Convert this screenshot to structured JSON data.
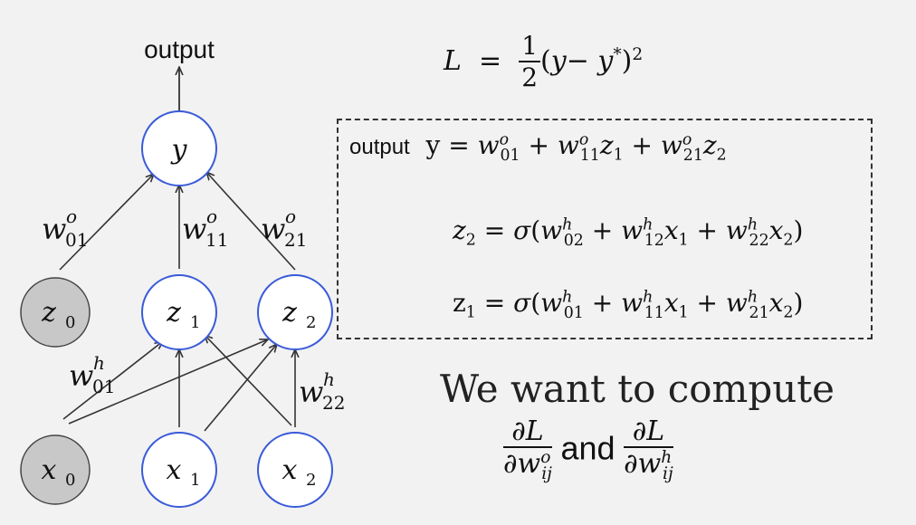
{
  "diagram": {
    "output_label": "output",
    "nodes": {
      "y": "y",
      "z0": "z0",
      "z1": "z1",
      "z2": "z2",
      "x0": "x0",
      "x1": "x1",
      "x2": "x2"
    },
    "edge_labels": {
      "w_o01": {
        "base": "w",
        "sup": "o",
        "sub": "01"
      },
      "w_o11": {
        "base": "w",
        "sup": "o",
        "sub": "11"
      },
      "w_o21": {
        "base": "w",
        "sup": "o",
        "sub": "21"
      },
      "w_h01": {
        "base": "w",
        "sup": "h",
        "sub": "01"
      },
      "w_h22": {
        "base": "w",
        "sup": "h",
        "sub": "22"
      }
    },
    "colors": {
      "node_stroke": "#3a5bd9",
      "bias_fill": "#c8c8c8",
      "arrow": "#333333",
      "background": "#f2f2f2"
    }
  },
  "equations": {
    "loss": {
      "lhs": "L",
      "eq": "=",
      "num": "1",
      "den": "2",
      "rhs": "(y− y*)²"
    },
    "box_prefix": "output",
    "y_eq": "y = w₀₁ᵒ + w₁₁ᵒz₁ + w₂₁ᵒz₂",
    "z2_eq": "z₂ = σ(w₀₂ʰ + w₁₂ʰx₁ + w₂₂ʰx₂)",
    "z1_eq": "z₁ = σ(w₀₁ʰ + w₁₁ʰx₁ + w₂₁ʰx₂)"
  },
  "goal": {
    "line1": "We want to compute",
    "and": "and",
    "frac1": {
      "num": "∂L",
      "den": "∂wᵢⱼᵒ"
    },
    "frac2": {
      "num": "∂L",
      "den": "∂wᵢⱼʰ"
    }
  }
}
